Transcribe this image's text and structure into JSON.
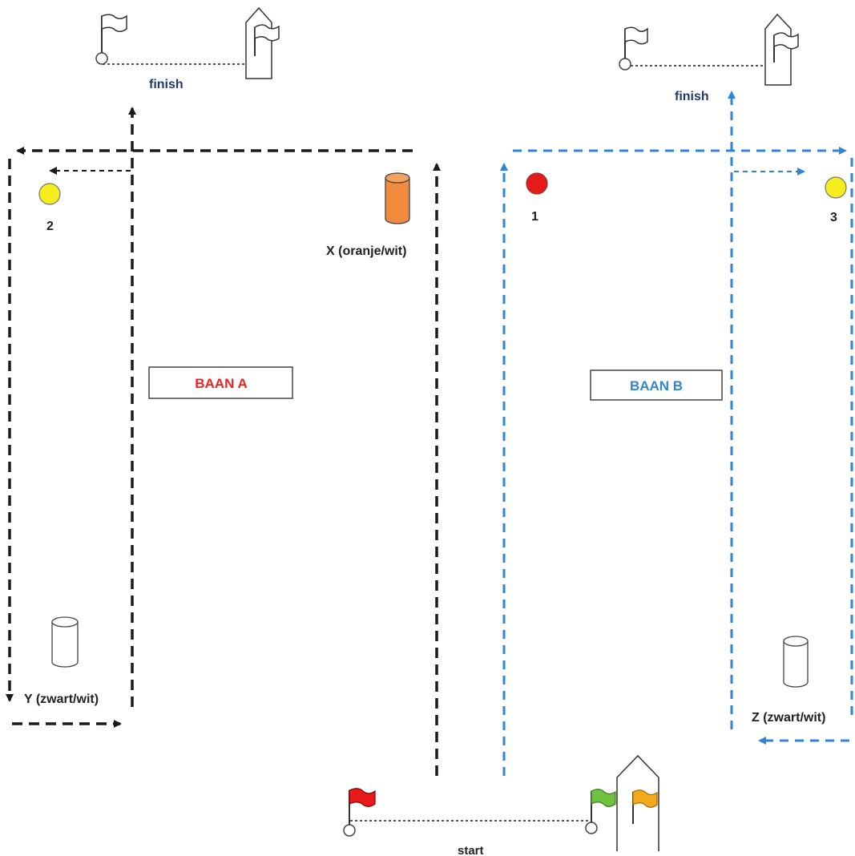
{
  "colors": {
    "course_a_route": "#1a1a1a",
    "course_b_route": "#2f86d3",
    "course_a_label": "#ee2222",
    "course_b_label": "#2f86d3",
    "finish_label": "#1e3a6e",
    "buoy_yellow": "#f5ee1c",
    "buoy_red": "#e41b1b",
    "buoy_orange": "#f08a3c",
    "flag_red": "#e8191a",
    "flag_green": "#6fc23f",
    "flag_orange": "#f4a81b"
  },
  "labels": {
    "finish_left": "finish",
    "finish_right": "finish",
    "start": "start",
    "course_a": "BAAN A",
    "course_b": "BAAN B",
    "buoy_2": "2",
    "buoy_1": "1",
    "buoy_3": "3",
    "mark_x": "X (oranje/wit)",
    "mark_y": "Y (zwart/wit)",
    "mark_z": "Z (zwart/wit)"
  },
  "icons": [
    "flag-icon",
    "committee-boat-icon",
    "buoy-icon",
    "cylinder-mark-icon",
    "arrow-icon"
  ]
}
